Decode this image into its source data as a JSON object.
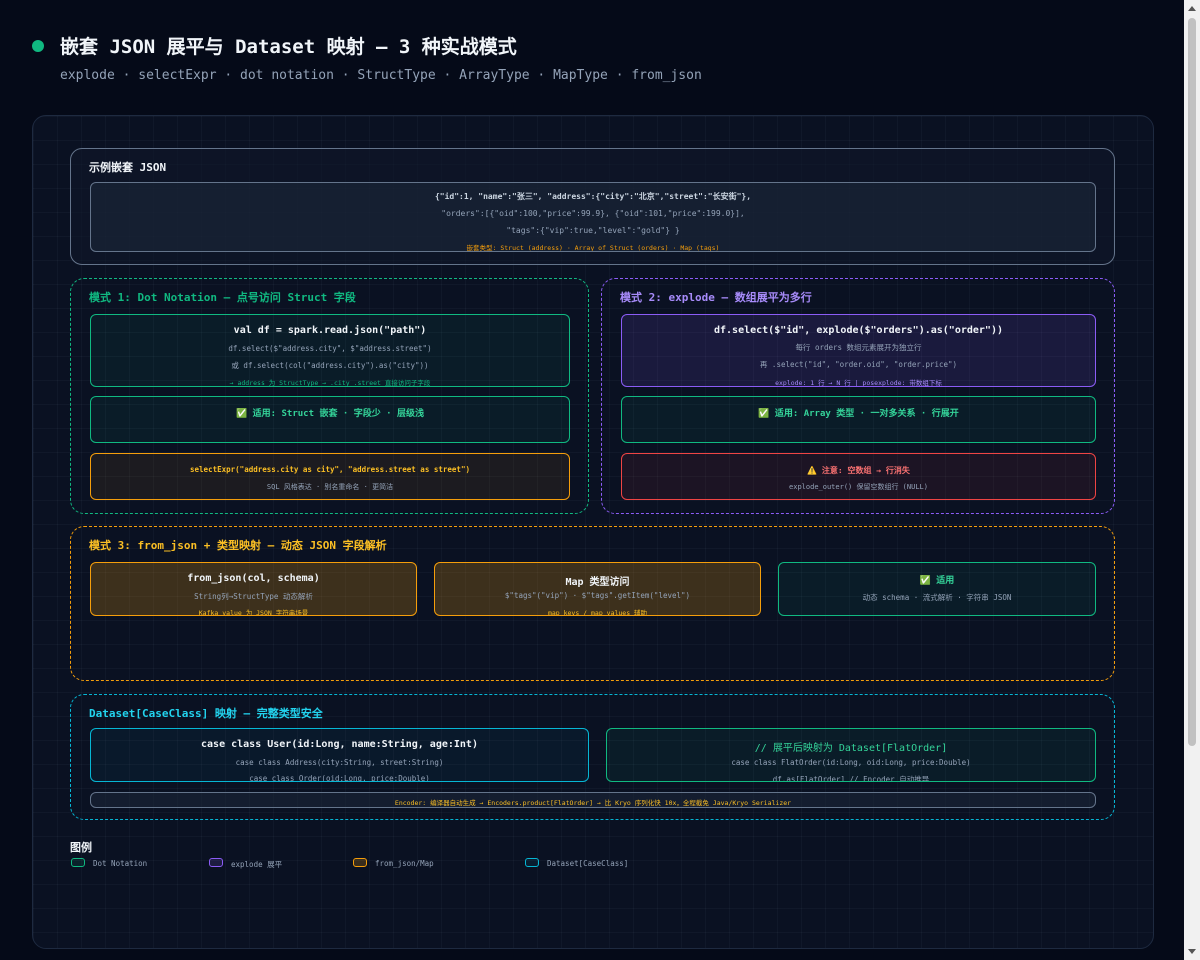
{
  "header": {
    "title": "嵌套 JSON 展平与 Dataset 映射 — 3 种实战模式",
    "subtitle": "explode · selectExpr · dot notation · StructType · ArrayType · MapType · from_json"
  },
  "sample": {
    "title": "示例嵌套 JSON",
    "line1": "{\"id\":1, \"name\":\"张三\", \"address\":{\"city\":\"北京\",\"street\":\"长安街\"},",
    "line2": "\"orders\":[{\"oid\":100,\"price\":99.9}, {\"oid\":101,\"price\":199.0}],",
    "line3": "\"tags\":{\"vip\":true,\"level\":\"gold\"} }",
    "note": "嵌套类型: Struct (address) · Array of Struct (orders) · Map (tags)"
  },
  "mode1": {
    "title": "模式 1: Dot Notation — 点号访问 Struct 字段",
    "code": {
      "l1": "val df = spark.read.json(\"path\")",
      "l2": "df.select($\"address.city\", $\"address.street\")",
      "l3": "或 df.select(col(\"address.city\").as(\"city\"))",
      "l4": "→ address 为 StructType → .city .street 直接访问子字段"
    },
    "fit": "✅ 适用: Struct 嵌套 · 字段少 · 层级浅",
    "expr": {
      "l1": "selectExpr(\"address.city as city\", \"address.street as street\")",
      "l2": "SQL 风格表达 · 别名重命名 · 更简洁"
    }
  },
  "mode2": {
    "title": "模式 2: explode — 数组展平为多行",
    "code": {
      "l1": "df.select($\"id\", explode($\"orders\").as(\"order\"))",
      "l2": "每行 orders 数组元素展开为独立行",
      "l3": "再 .select(\"id\", \"order.oid\", \"order.price\")",
      "l4": "explode: 1 行 → N 行 | posexplode: 带数组下标"
    },
    "fit": "✅ 适用: Array 类型 · 一对多关系 · 行展开",
    "warn": {
      "l1": "⚠️ 注意: 空数组 → 行消失",
      "l2": "explode_outer() 保留空数组行 (NULL)"
    }
  },
  "mode3": {
    "title": "模式 3: from_json + 类型映射 — 动态 JSON 字段解析",
    "c1": {
      "l1": "from_json(col, schema)",
      "l2": "String列→StructType 动态解析",
      "l3": "Kafka value 为 JSON 字符串场景"
    },
    "c2": {
      "l1": "Map 类型访问",
      "l2": "$\"tags\"(\"vip\") · $\"tags\".getItem(\"level\")",
      "l3": "map_keys / map_values 辅助"
    },
    "c3": {
      "l1": "✅ 适用",
      "l2": "动态 schema · 流式解析 · 字符串 JSON"
    }
  },
  "dataset": {
    "title": "Dataset[CaseClass] 映射 — 完整类型安全",
    "left": {
      "l1": "case class User(id:Long, name:String, age:Int)",
      "l2": "case class Address(city:String, street:String)",
      "l3": "case class Order(oid:Long, price:Double)"
    },
    "right": {
      "l1": "// 展平后映射为 Dataset[FlatOrder]",
      "l2": "case class FlatOrder(id:Long, oid:Long, price:Double)",
      "l3": "df.as[FlatOrder] // Encoder 自动推导"
    },
    "note": "Encoder: 编译器自动生成 → Encoders.product[FlatOrder] → 比 Kryo 序列化快 10x，全程截免 Java/Kryo Serializer"
  },
  "legend": {
    "title": "图例",
    "items": [
      {
        "label": "Dot Notation",
        "color": "#10b981"
      },
      {
        "label": "explode 展平",
        "color": "#8b5cf6"
      },
      {
        "label": "from_json/Map",
        "color": "#f59e0b"
      },
      {
        "label": "Dataset[CaseClass]",
        "color": "#06b6d4"
      }
    ]
  },
  "colors": {
    "green": "#10b981",
    "purple": "#8b5cf6",
    "amber": "#f59e0b",
    "cyan": "#06b6d4",
    "red": "#ef4444",
    "background": "#050a18"
  }
}
